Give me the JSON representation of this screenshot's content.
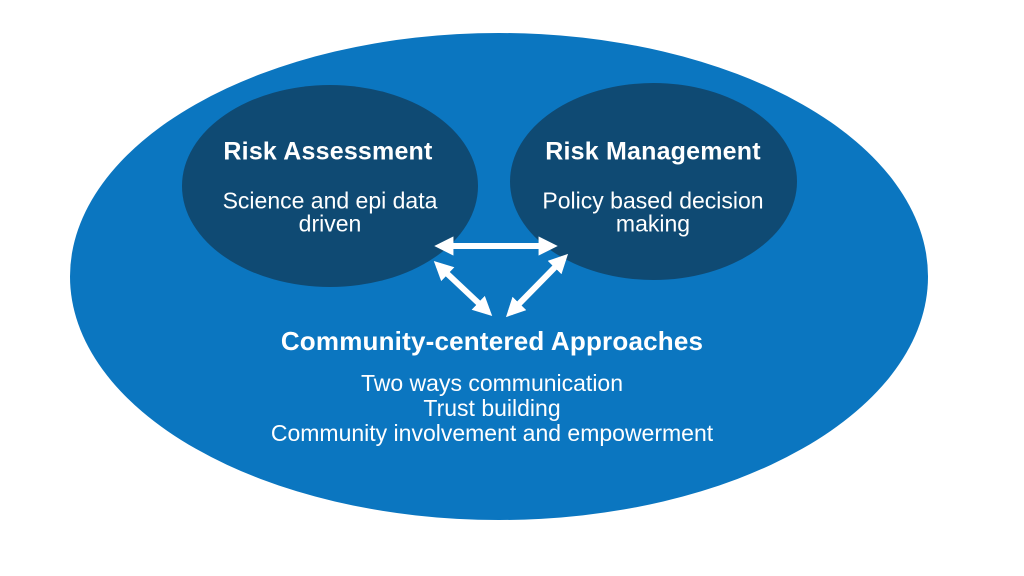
{
  "colors": {
    "background": "#ffffff",
    "outer_ellipse": "#0b76c0",
    "inner_ellipse": "#0f4a73",
    "text": "#ffffff",
    "arrow": "#ffffff"
  },
  "nodes": [
    {
      "title": "Risk Assessment",
      "subtitle": "Science and epi data driven"
    },
    {
      "title": "Risk Management",
      "subtitle": "Policy based decision making"
    }
  ],
  "community": {
    "title": "Community-centered Approaches",
    "items": [
      "Two ways communication",
      "Trust building",
      "Community involvement and empowerment"
    ]
  },
  "arrows": {
    "icon": "double-headed-arrow",
    "count": 3,
    "shape": "triangle linking Risk Assessment, Risk Management and Community-centered Approaches"
  }
}
